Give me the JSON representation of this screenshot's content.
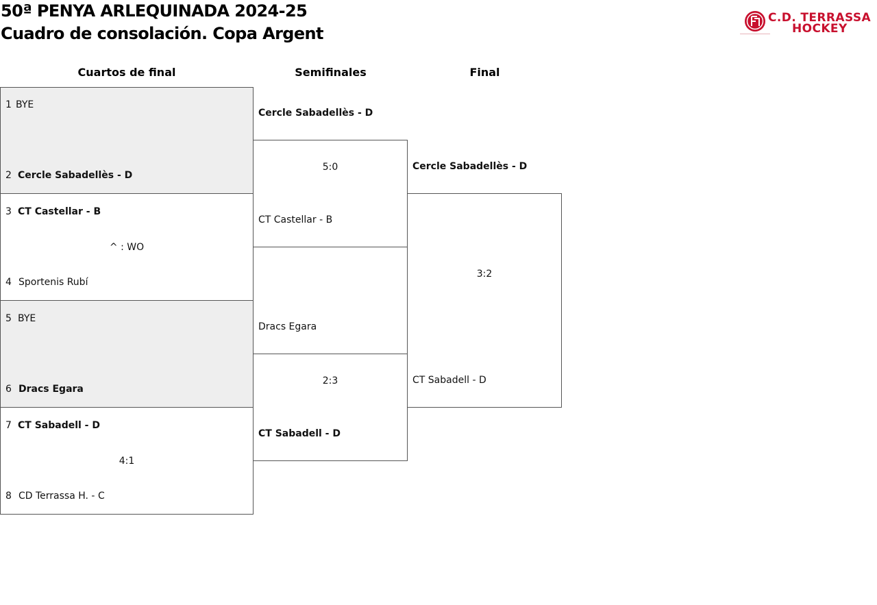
{
  "header": {
    "title_line1": "50ª PENYA ARLEQUINADA 2024-25",
    "title_line2": "Cuadro de consolación. Copa Argent"
  },
  "logo": {
    "line1": "C.D. TERRASSA",
    "line2": "HOCKEY",
    "icon": "club-crest-icon",
    "color": "#c8102e"
  },
  "columns": {
    "quarterfinals": "Cuartos de final",
    "semifinals": "Semifinales",
    "final": "Final"
  },
  "quarterfinals": [
    {
      "seed_a": "1",
      "team_a": "BYE",
      "seed_b": "2",
      "team_b": "Cercle Sabadellès - D",
      "winner": "b",
      "result": "",
      "bye": true
    },
    {
      "seed_a": "3",
      "team_a": "CT Castellar - B",
      "seed_b": "4",
      "team_b": "Sportenis Rubí",
      "winner": "a",
      "result": "^ : WO",
      "bye": false
    },
    {
      "seed_a": "5",
      "team_a": "BYE",
      "seed_b": "6",
      "team_b": "Dracs Egara",
      "winner": "b",
      "result": "",
      "bye": true
    },
    {
      "seed_a": "7",
      "team_a": "CT Sabadell - D",
      "seed_b": "8",
      "team_b": "CD Terrassa H. - C",
      "winner": "a",
      "result": "4:1",
      "bye": false
    }
  ],
  "semifinals": [
    {
      "team_a": "Cercle Sabadellès - D",
      "team_b": "CT Castellar - B",
      "result": "5:0",
      "winner": "a"
    },
    {
      "team_a": "Dracs Egara",
      "team_b": "CT Sabadell - D",
      "result": "2:3",
      "winner": "b"
    }
  ],
  "final": {
    "team_a": "Cercle Sabadellès - D",
    "team_b": "CT Sabadell - D",
    "result": "3:2",
    "winner": "a"
  },
  "colors": {
    "bye_shade": "#eeeeee",
    "border": "#555555"
  }
}
